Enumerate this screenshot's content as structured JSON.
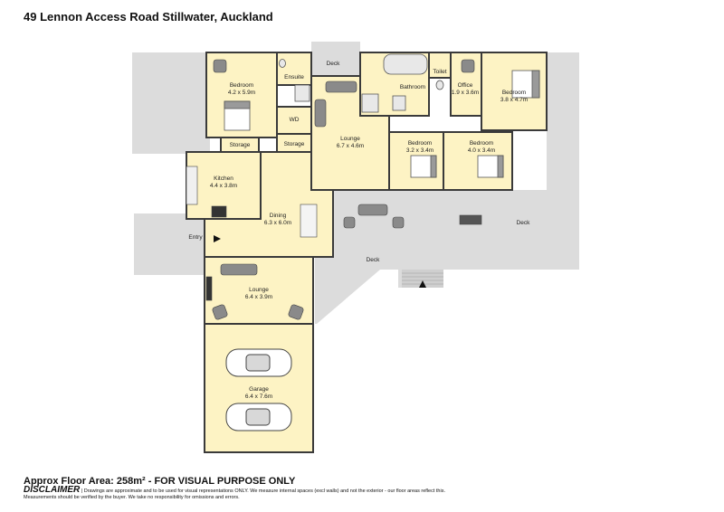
{
  "title": "49 Lennon Access Road Stillwater, Auckland",
  "rooms": {
    "bedroom1": {
      "name": "Bedroom",
      "size": "4.2 x 5.9m"
    },
    "ensuite": {
      "name": "Ensuite"
    },
    "wd": {
      "name": "WD"
    },
    "storage1": {
      "name": "Storage"
    },
    "storage2": {
      "name": "Storage"
    },
    "deck_top": {
      "name": "Deck"
    },
    "bathroom": {
      "name": "Bathroom"
    },
    "toilet": {
      "name": "Toilet"
    },
    "office": {
      "name": "Office",
      "size": "1.9 x 3.6m"
    },
    "bedroom2": {
      "name": "Bedroom",
      "size": "3.8 x 4.7m"
    },
    "lounge1": {
      "name": "Lounge",
      "size": "6.7 x 4.6m"
    },
    "bedroom3": {
      "name": "Bedroom",
      "size": "3.2 x 3.4m"
    },
    "bedroom4": {
      "name": "Bedroom",
      "size": "4.0 x 3.4m"
    },
    "kitchen": {
      "name": "Kitchen",
      "size": "4.4 x 3.8m"
    },
    "dining": {
      "name": "Dining",
      "size": "6.3 x 6.0m"
    },
    "entry": {
      "name": "Entry"
    },
    "deck_right": {
      "name": "Deck"
    },
    "deck_mid": {
      "name": "Deck"
    },
    "lounge2": {
      "name": "Lounge",
      "size": "6.4 x 3.9m"
    },
    "garage": {
      "name": "Garage",
      "size": "6.4 x 7.6m"
    }
  },
  "footer": {
    "area": "Approx Floor Area: 258m² - FOR VISUAL PURPOSE ONLY",
    "disclaimer_head": "DISCLAIMER",
    "disclaimer_line1": " | Drawings are approximate and to be used for visual representations ONLY. We measure internal spaces (excl walls) and not the exterior - our floor areas reflect this.",
    "disclaimer_line2": "Measurements should be verified by the buyer. We take no responsibility for omissions and errors."
  },
  "colors": {
    "room": "#fdf3c4",
    "deck": "#dcdcdc",
    "wall": "#3a3a3a"
  }
}
